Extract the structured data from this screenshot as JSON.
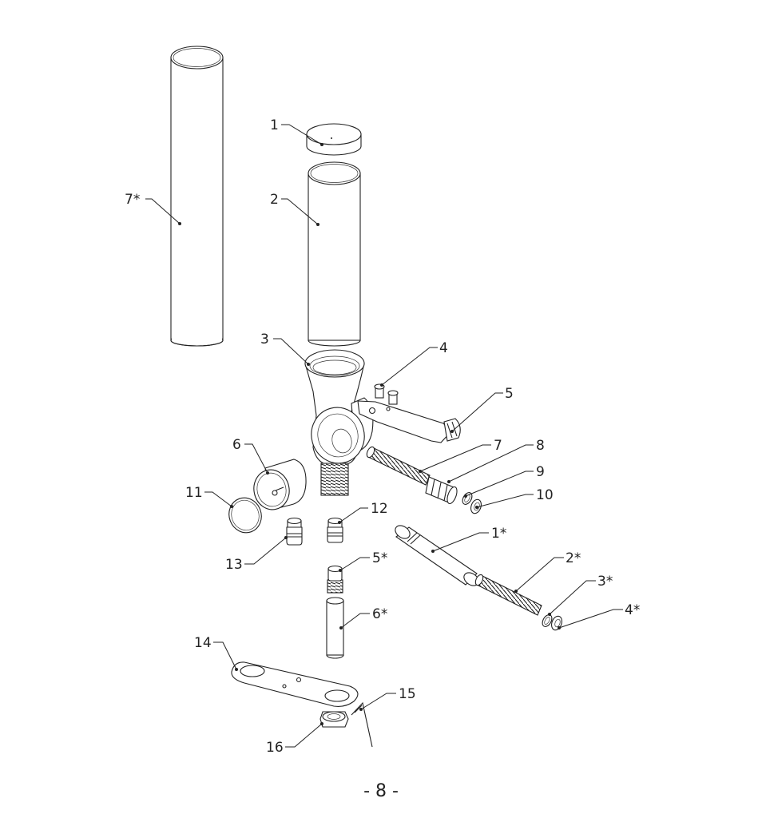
{
  "diagram": {
    "callouts": [
      {
        "id": "c1",
        "text": "1"
      },
      {
        "id": "c2",
        "text": "2"
      },
      {
        "id": "c3",
        "text": "3"
      },
      {
        "id": "c4",
        "text": "4"
      },
      {
        "id": "c5",
        "text": "5"
      },
      {
        "id": "c6",
        "text": "6"
      },
      {
        "id": "c7",
        "text": "7"
      },
      {
        "id": "c8",
        "text": "8"
      },
      {
        "id": "c9",
        "text": "9"
      },
      {
        "id": "c10",
        "text": "10"
      },
      {
        "id": "c11",
        "text": "11"
      },
      {
        "id": "c12",
        "text": "12"
      },
      {
        "id": "c13",
        "text": "13"
      },
      {
        "id": "c14",
        "text": "14"
      },
      {
        "id": "c15",
        "text": "15"
      },
      {
        "id": "c16",
        "text": "16"
      },
      {
        "id": "c1s",
        "text": "1*"
      },
      {
        "id": "c2s",
        "text": "2*"
      },
      {
        "id": "c3s",
        "text": "3*"
      },
      {
        "id": "c4s",
        "text": "4*"
      },
      {
        "id": "c5s",
        "text": "5*"
      },
      {
        "id": "c6s",
        "text": "6*"
      },
      {
        "id": "c7s",
        "text": "7*"
      }
    ],
    "page_number": "- 8 -"
  }
}
